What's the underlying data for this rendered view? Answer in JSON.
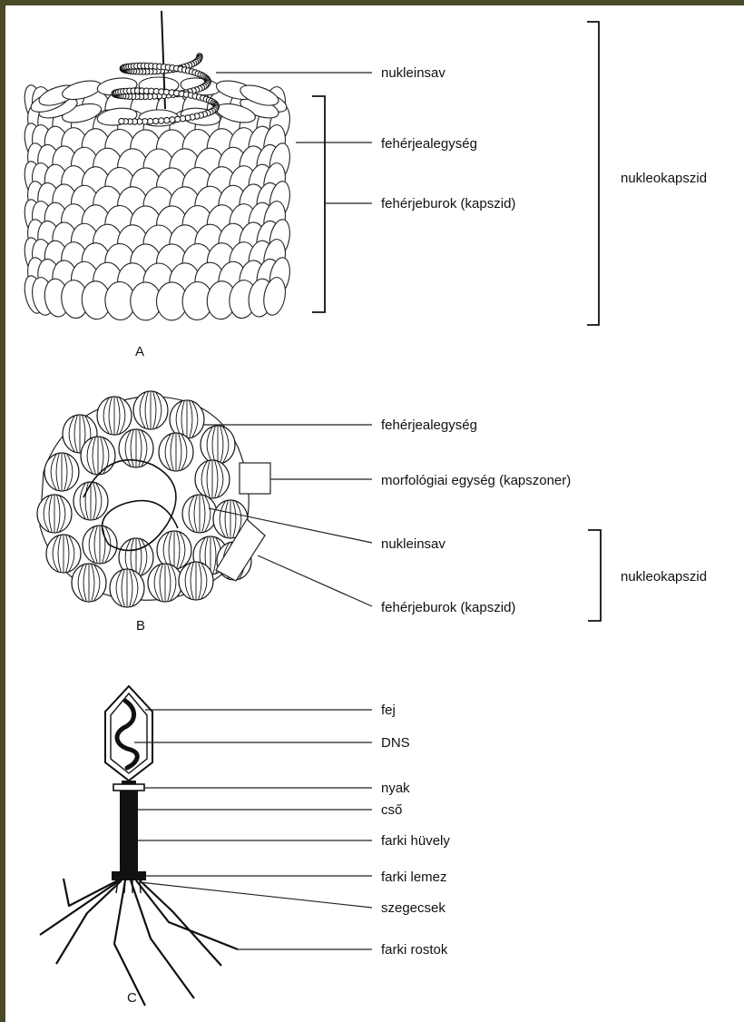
{
  "colors": {
    "border": "#4a4a28",
    "background": "#ffffff",
    "ink": "#111111"
  },
  "panel_a": {
    "letter": "A",
    "labels": {
      "nucleic_acid": "nukleinsav",
      "protein_subunit": "fehérjealegység",
      "protein_coat": "fehérjeburok (kapszid)",
      "nucleocapsid": "nukleokapszid"
    }
  },
  "panel_b": {
    "letter": "B",
    "labels": {
      "protein_subunit": "fehérjealegység",
      "morphological_unit": "morfológiai egység (kapszoner)",
      "nucleic_acid": "nukleinsav",
      "protein_coat": "fehérjeburok (kapszid)",
      "nucleocapsid": "nukleokapszid"
    }
  },
  "panel_c": {
    "letter": "C",
    "labels": {
      "head": "fej",
      "dna": "DNS",
      "neck": "nyak",
      "tube": "cső",
      "tail_sheath": "farki hüvely",
      "tail_plate": "farki lemez",
      "spikes": "szegecsek",
      "tail_fibers": "farki rostok"
    }
  }
}
